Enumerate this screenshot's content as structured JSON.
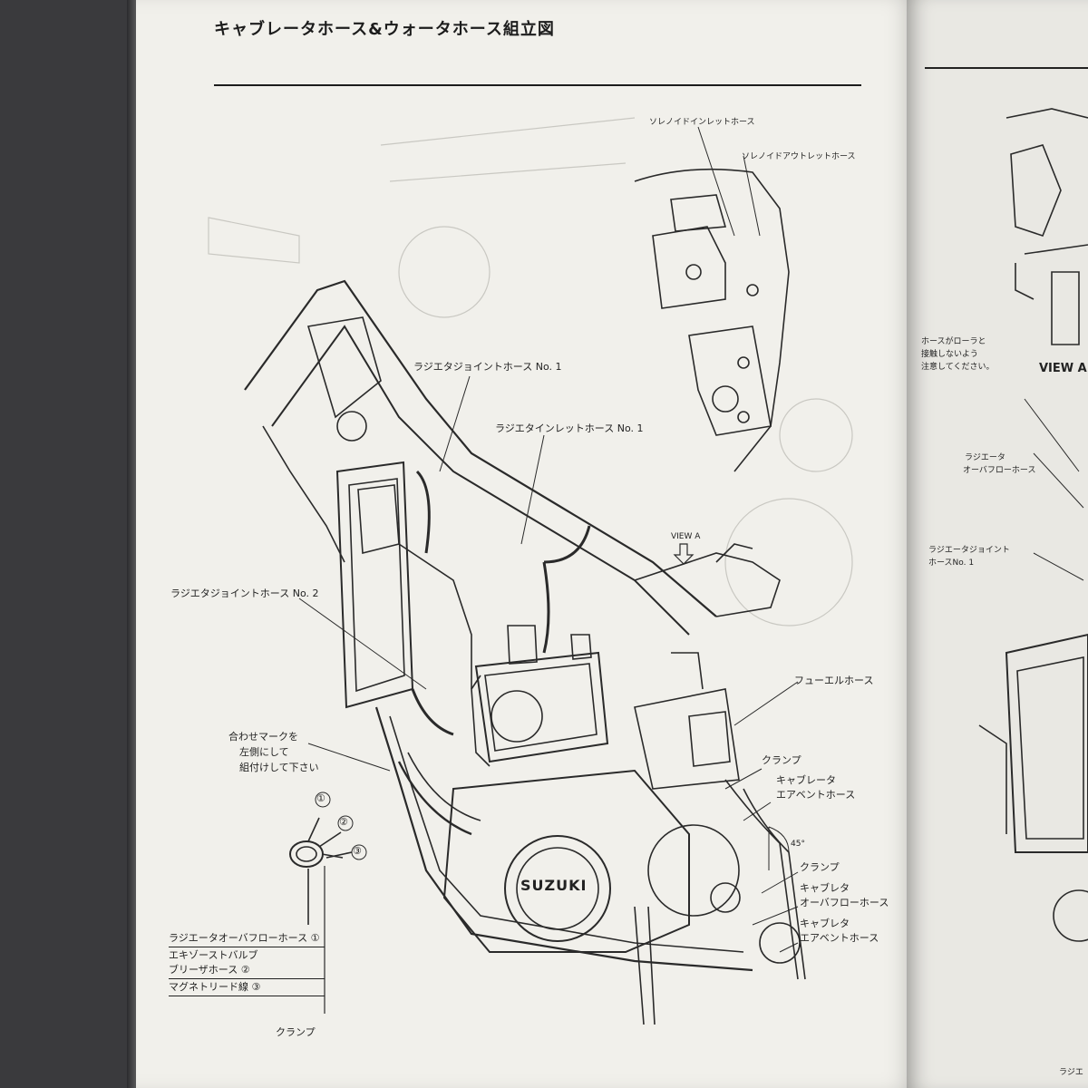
{
  "page": {
    "title": "キャブレータホース&ウォータホース組立図"
  },
  "labels": {
    "solenoid_inlet": "ソレノイドインレットホース",
    "solenoid_outlet": "ソレノイドアウトレットホース",
    "rad_joint_1": "ラジエタジョイントホース No. 1",
    "rad_inlet_1": "ラジエタインレットホース No. 1",
    "view_a": "VIEW A",
    "rad_joint_2": "ラジエタジョイントホース No. 2",
    "fuel_hose": "フューエルホース",
    "align_mark_1": "合わせマークを",
    "align_mark_2": "左側にして",
    "align_mark_3": "組付けして下さい",
    "clamp_1": "クランプ",
    "carb_air_vent_1": "キャブレータ",
    "carb_air_vent_2": "エアベントホース",
    "angle_45": "45°",
    "clamp_2": "クランプ",
    "carb_overflow_1": "キャブレタ",
    "carb_overflow_2": "オーバフローホース",
    "carb_vent_b1": "キャブレタ",
    "carb_vent_b2": "エアベントホース",
    "clamp_bottom": "クランプ",
    "brand": "SUZUKI",
    "num_1": "①",
    "num_2": "②",
    "num_3": "③"
  },
  "legend": [
    "ラジエータオーバフローホース ①",
    "エキゾーストバルブ",
    "ブリーザホース ②",
    "マグネトリード線 ③"
  ],
  "right_page": {
    "note_1": "ホースがローラと",
    "note_2": "接触しないよう",
    "note_3": "注意してください。",
    "view_a": "VIEW A",
    "rad_overflow_1": "ラジエータ",
    "rad_overflow_2": "オーバフローホース",
    "rad_joint_1": "ラジエータジョイント",
    "rad_joint_2": "ホースNo. 1",
    "bottom": "ラジエ"
  }
}
